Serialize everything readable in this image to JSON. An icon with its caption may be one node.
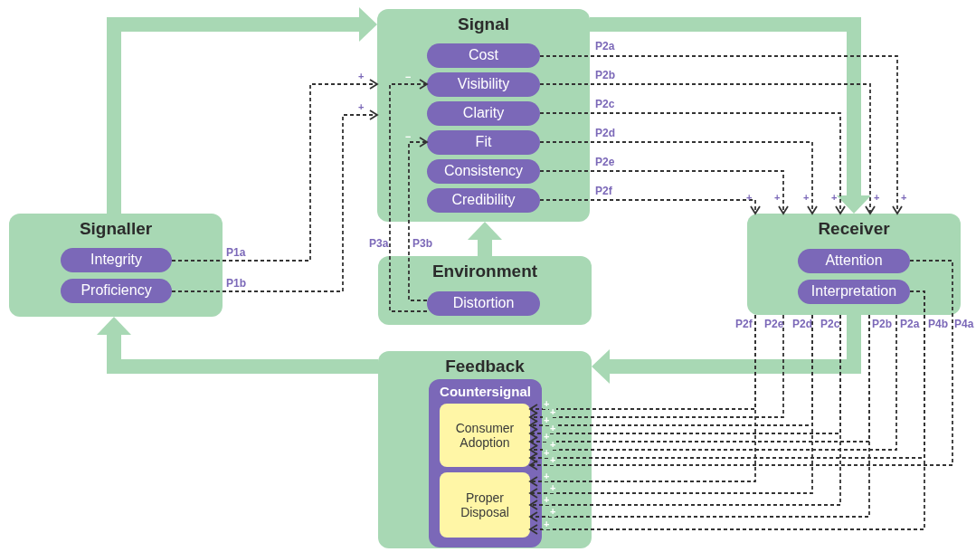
{
  "diagram": {
    "nodes": [
      {
        "text": [
          "Signal"
        ]
      },
      {
        "text": [
          "Cost"
        ],
        "in": 0
      },
      {
        "text": [
          "Visibility"
        ],
        "in": 0
      },
      {
        "text": [
          "Clarity"
        ],
        "in": 0
      },
      {
        "text": [
          "Fit"
        ],
        "in": 0
      },
      {
        "text": [
          "Consistency"
        ],
        "in": 0
      },
      {
        "text": [
          "Credibility"
        ],
        "in": 0
      },
      {
        "text": [
          "Signaller"
        ]
      },
      {
        "text": [
          "Integrity"
        ],
        "in": 7
      },
      {
        "text": [
          "Proficiency"
        ],
        "in": 7
      },
      {
        "text": [
          "Receiver"
        ]
      },
      {
        "text": [
          "Attention"
        ],
        "in": 10
      },
      {
        "text": [
          "Interpretation"
        ],
        "in": 10
      },
      {
        "text": [
          "Environment"
        ]
      },
      {
        "text": [
          "Distortion"
        ],
        "in": 13
      },
      {
        "text": [
          "Feedback"
        ]
      },
      {
        "text": [
          "Countersignal"
        ],
        "in": 15
      },
      {
        "text": [
          "Consumer Adoption"
        ],
        "in": 16
      },
      {
        "text": [
          "Proper Disposal"
        ],
        "in": 16
      }
    ],
    "edges": [
      {
        "from": 7,
        "to": 0,
        "arrow": "to",
        "style": "thick",
        "color": "#a8d8b4"
      },
      {
        "from": 0,
        "to": 10,
        "arrow": "to",
        "style": "thick",
        "color": "#a8d8b4"
      },
      {
        "from": 13,
        "to": 0,
        "arrow": "to",
        "style": "thick",
        "color": "#a8d8b4"
      },
      {
        "from": 10,
        "to": 15,
        "arrow": "to",
        "style": "thick",
        "color": "#a8d8b4"
      },
      {
        "from": 15,
        "to": 7,
        "arrow": "to",
        "style": "thick",
        "color": "#a8d8b4"
      },
      {
        "from": 8,
        "to": 0,
        "arrow": "to",
        "label": "P1a",
        "style": "dashed"
      },
      {
        "from": 9,
        "to": 0,
        "arrow": "to",
        "label": "P1b",
        "style": "dashed"
      },
      {
        "from": 14,
        "to": 2,
        "arrow": "to",
        "label": "P3a",
        "style": "dashed"
      },
      {
        "from": 14,
        "to": 4,
        "arrow": "to",
        "label": "P3b",
        "style": "dashed"
      },
      {
        "from": 1,
        "to": 10,
        "arrow": "to",
        "label": "P2a",
        "style": "dashed"
      },
      {
        "from": 2,
        "to": 10,
        "arrow": "to",
        "label": "P2b",
        "style": "dashed"
      },
      {
        "from": 3,
        "to": 10,
        "arrow": "to",
        "label": "P2c",
        "style": "dashed"
      },
      {
        "from": 4,
        "to": 10,
        "arrow": "to",
        "label": "P2d",
        "style": "dashed"
      },
      {
        "from": 5,
        "to": 10,
        "arrow": "to",
        "label": "P2e",
        "style": "dashed"
      },
      {
        "from": 6,
        "to": 10,
        "arrow": "to",
        "label": "P2f",
        "style": "dashed"
      },
      {
        "from": 10,
        "to": 17,
        "arrow": "to",
        "label": "P2f",
        "style": "dashed"
      },
      {
        "from": 10,
        "to": 18,
        "arrow": "to",
        "style": "dashed"
      },
      {
        "from": 10,
        "to": 17,
        "arrow": "to",
        "label": "P2e",
        "style": "dashed"
      },
      {
        "from": 10,
        "to": 17,
        "arrow": "to",
        "label": "P2d",
        "style": "dashed"
      },
      {
        "from": 10,
        "to": 18,
        "arrow": "to",
        "style": "dashed"
      },
      {
        "from": 10,
        "to": 17,
        "arrow": "to",
        "label": "P2c",
        "style": "dashed"
      },
      {
        "from": 10,
        "to": 18,
        "arrow": "to",
        "style": "dashed"
      },
      {
        "from": 10,
        "to": 17,
        "arrow": "to",
        "label": "P2b",
        "style": "dashed"
      },
      {
        "from": 10,
        "to": 18,
        "arrow": "to",
        "style": "dashed"
      },
      {
        "from": 10,
        "to": 17,
        "arrow": "to",
        "label": "P2a",
        "style": "dashed"
      },
      {
        "from": 12,
        "to": 17,
        "arrow": "to",
        "label": "P4b",
        "style": "dashed"
      },
      {
        "from": 12,
        "to": 18,
        "arrow": "to",
        "style": "dashed"
      },
      {
        "from": 11,
        "to": 17,
        "arrow": "to",
        "label": "P4a",
        "style": "dashed"
      }
    ],
    "labels": [
      "+",
      "+",
      "−",
      "−",
      "+",
      "+",
      "+",
      "+",
      "+",
      "+",
      "+",
      "+",
      "+",
      "+",
      "+",
      "+",
      "+",
      "+",
      "+",
      "+",
      "+",
      "+",
      "+"
    ]
  }
}
